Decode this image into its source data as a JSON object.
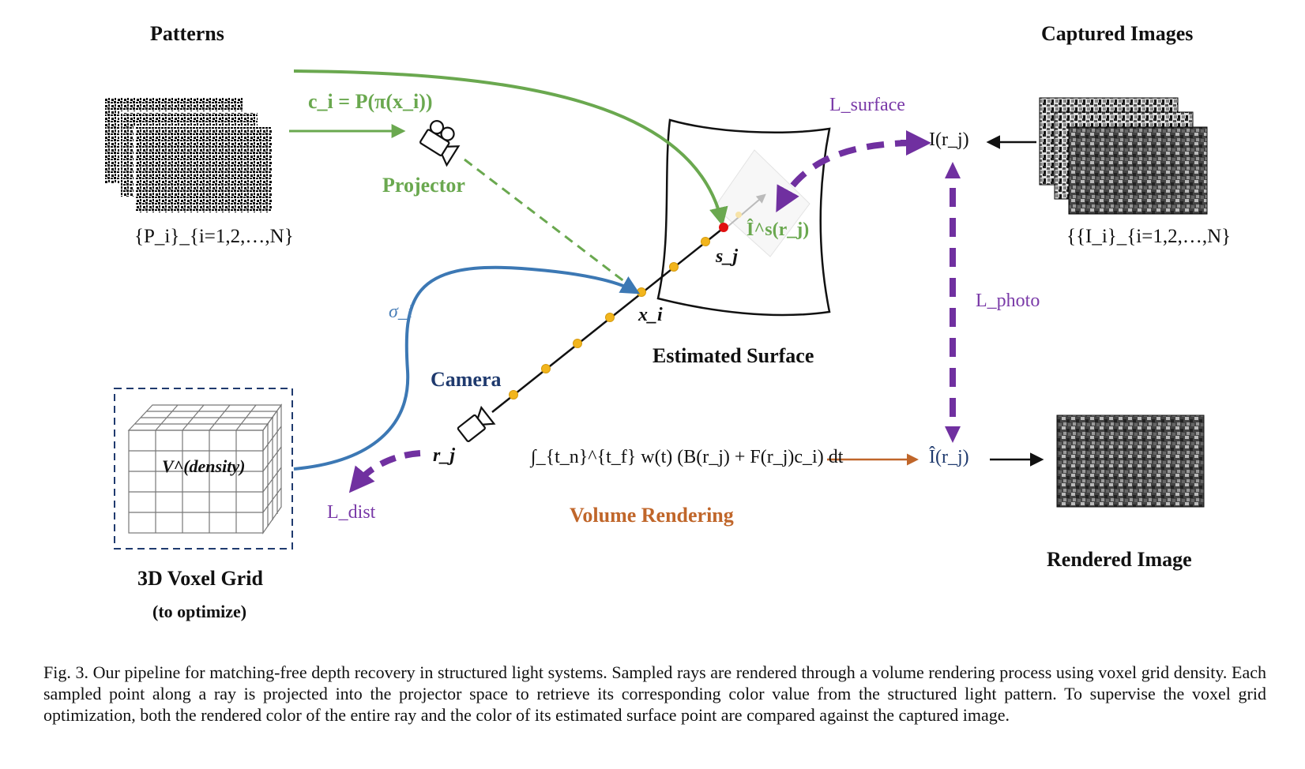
{
  "labels": {
    "patterns": "Patterns",
    "captured_images": "Captured Images",
    "projector": "Projector",
    "camera": "Camera",
    "estimated_surface": "Estimated Surface",
    "voxel_grid": "3D Voxel Grid",
    "voxel_grid_sub": "(to optimize)",
    "volume_rendering": "Volume Rendering",
    "rendered_image": "Rendered Image"
  },
  "math": {
    "patterns_set": "{P_i}_{i=1,2,…,N}",
    "captured_set": "{{I_i}_{i=1,2,…,N}",
    "projection": "c_i = P(π(x_i))",
    "surface_loss": "L_surface",
    "photo_loss": "L_photo",
    "dist_loss": "L_dist",
    "surface_color": "Î^s(r_j)",
    "captured_ray": "I(r_j)",
    "rendered_ray": "Î(r_j)",
    "sigma": "σ_i",
    "sample_point": "x_i",
    "surface_point": "s_j",
    "ray": "r_j",
    "voxel": "V^(density)",
    "render_integral": "∫_{t_n}^{t_f} w(t) (B(r_j) + F(r_j)c_i) dt"
  },
  "colors": {
    "green": "#6aa84f",
    "blue": "#3c78b4",
    "purple": "#7030a0",
    "navy": "#1f3a6e",
    "orange": "#c0662a",
    "sample_dot": "#f2b51c",
    "surface_dot": "#e01010"
  },
  "caption": "Fig. 3.  Our pipeline for matching-free depth recovery in structured light systems. Sampled rays are rendered through a volume rendering process using voxel grid density. Each sampled point along a ray is projected into the projector space to retrieve its corresponding color value from the structured light pattern. To supervise the voxel grid optimization, both the rendered color of the entire ray and the color of its estimated surface point are compared against the captured image."
}
